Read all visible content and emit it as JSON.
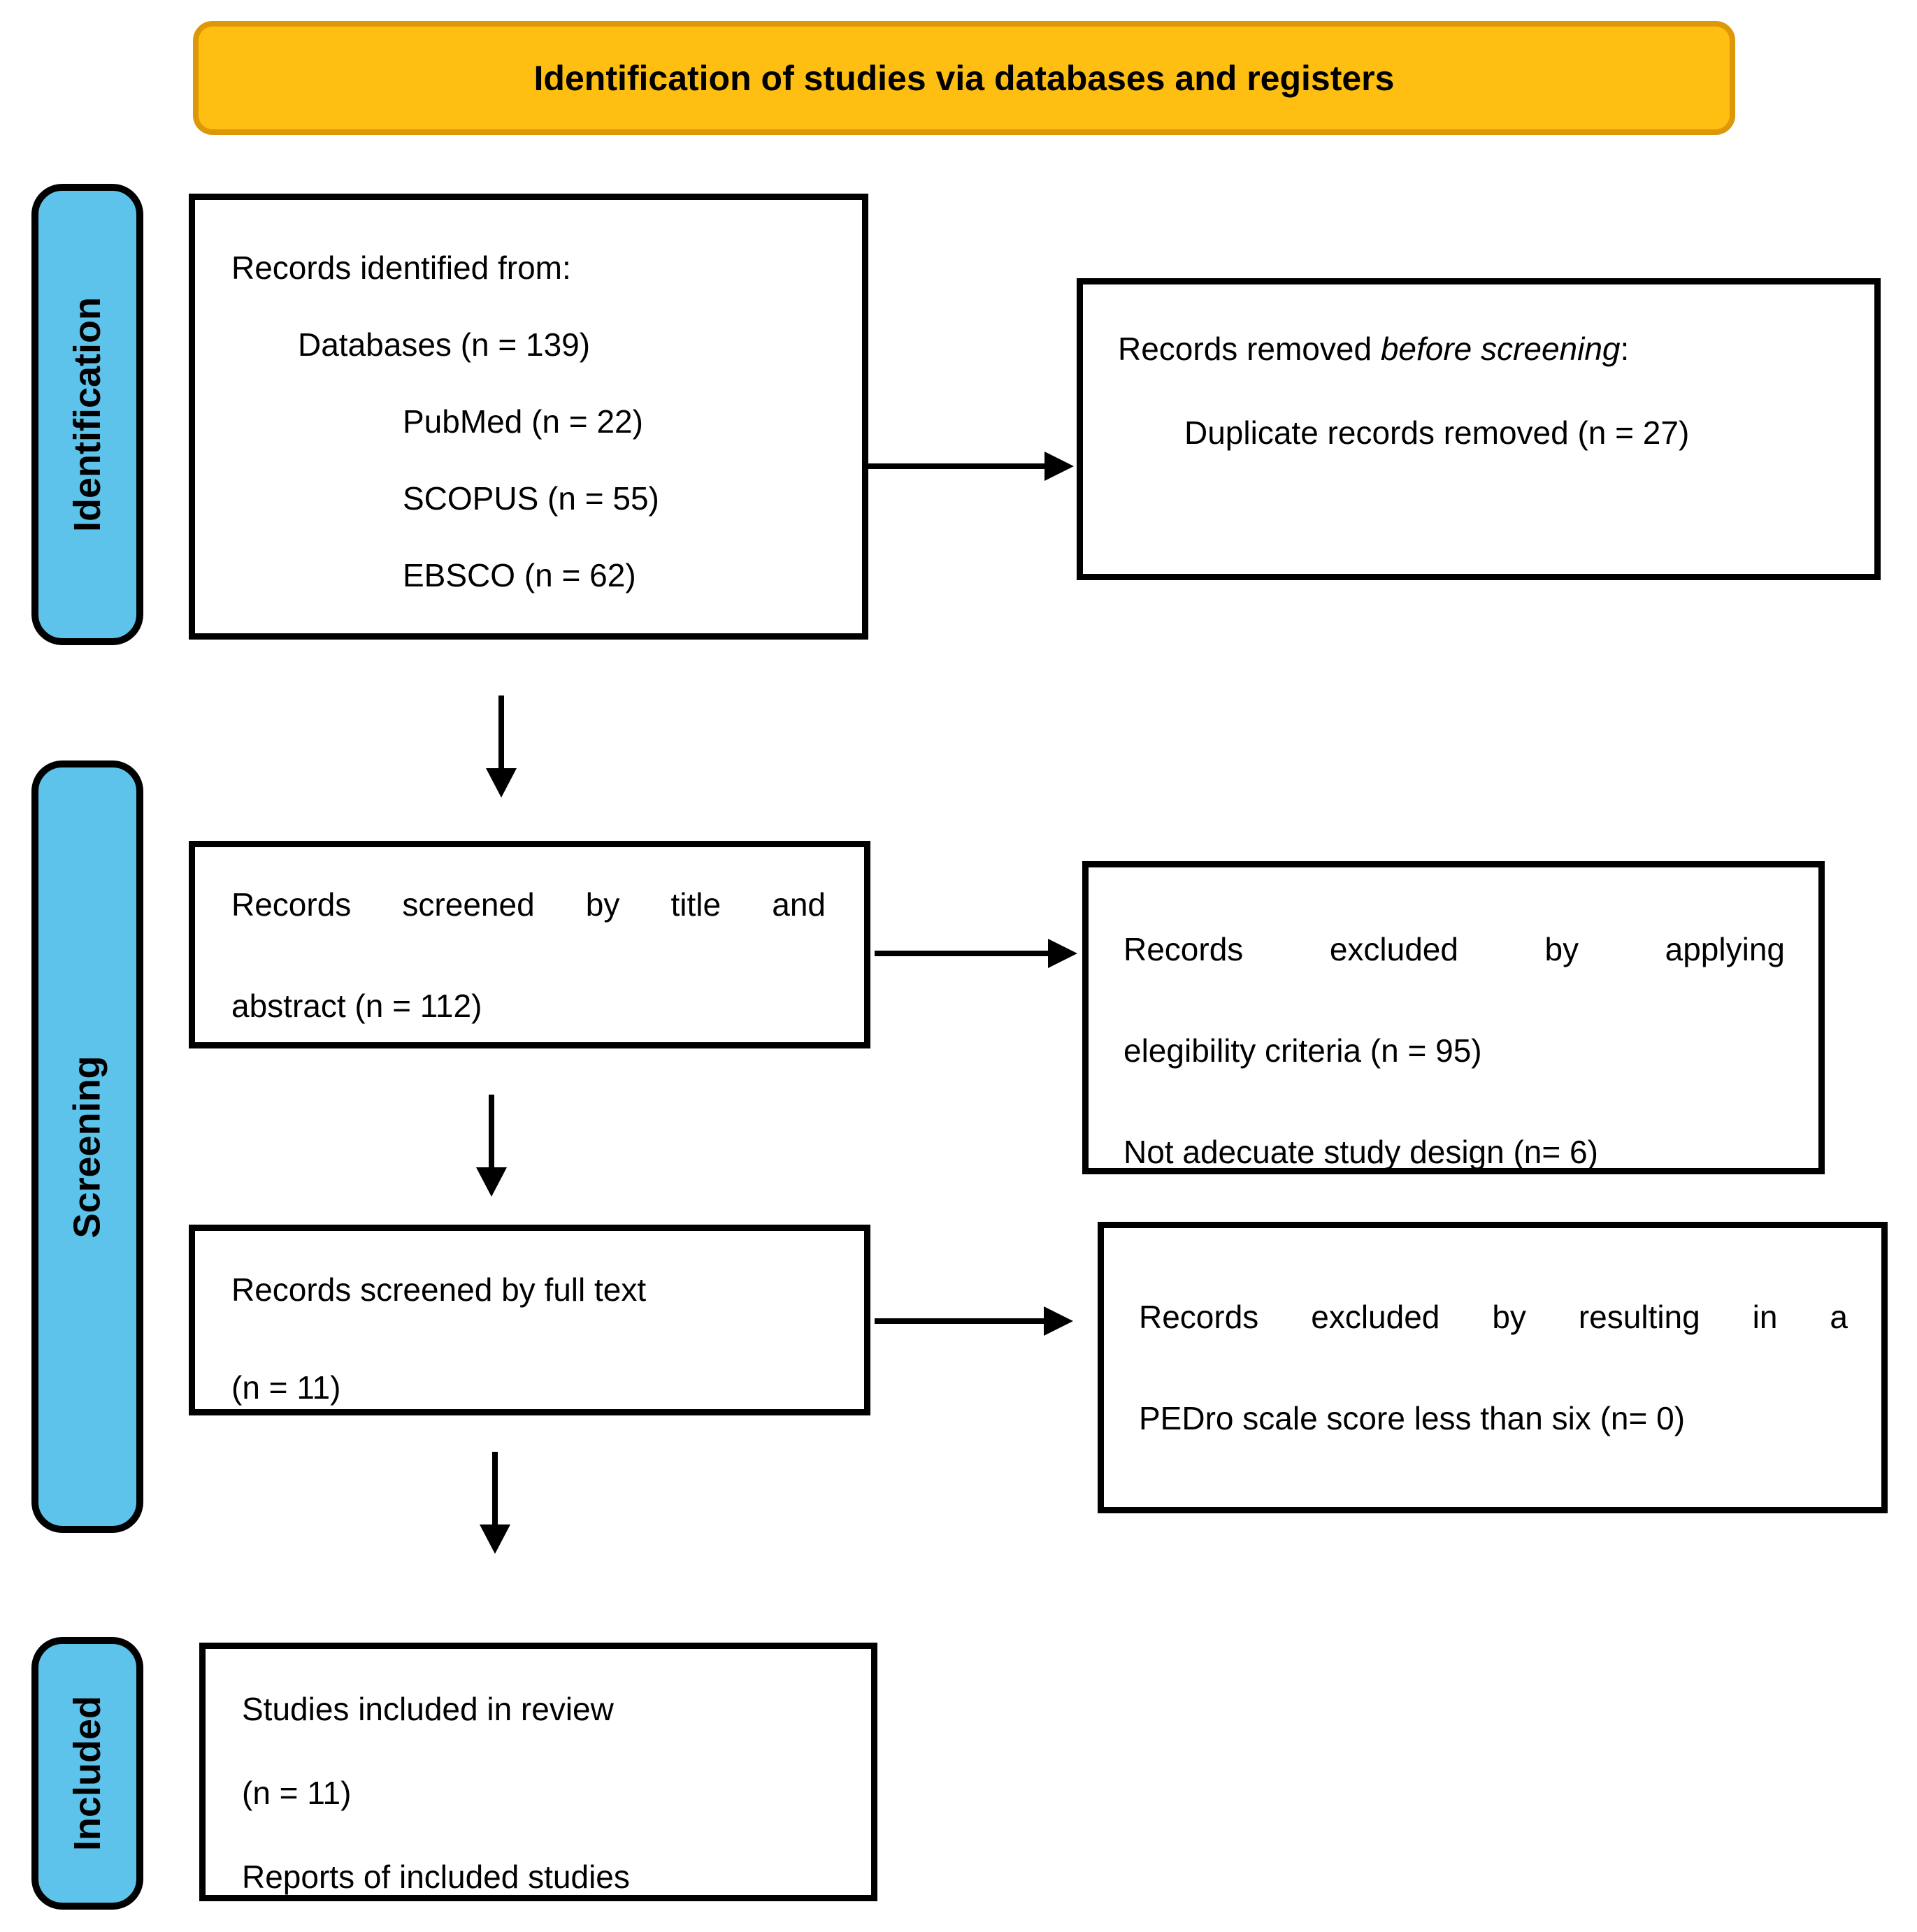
{
  "banner": {
    "title": "Identification of studies via databases and registers"
  },
  "colors": {
    "banner_fill": "#FFBF12",
    "banner_border": "#DE9707",
    "sidebar_fill": "#5EC3EA"
  },
  "sidebars": [
    {
      "label": "Identification"
    },
    {
      "label": "Screening"
    },
    {
      "label": "Included"
    }
  ],
  "boxes": {
    "records_identified": {
      "lines": [
        "Records identified from:",
        "Databases (n = 139)",
        "PubMed (n = 22)",
        "SCOPUS (n = 55)",
        "EBSCO (n = 62)"
      ]
    },
    "records_removed": {
      "prefix": "Records removed ",
      "italic": "before screening",
      "suffix": ":",
      "line2": "Duplicate records removed (n = 27)"
    },
    "screened_title_abstract": {
      "lines": [
        "Records screened by title and",
        "abstract (n = 112)"
      ]
    },
    "excluded_eligibility": {
      "lines": [
        "Records excluded by applying",
        "elegibility criteria (n = 95)",
        "Not adecuate study design (n= 6)"
      ]
    },
    "screened_full_text": {
      "lines": [
        "Records screened by full text",
        "(n = 11)"
      ]
    },
    "excluded_pedro": {
      "lines": [
        "Records excluded by resulting in a",
        "PEDro scale score less than six (n= 0)"
      ]
    },
    "included": {
      "lines": [
        "Studies included in review",
        "(n = 11)",
        "Reports of included studies"
      ]
    }
  }
}
